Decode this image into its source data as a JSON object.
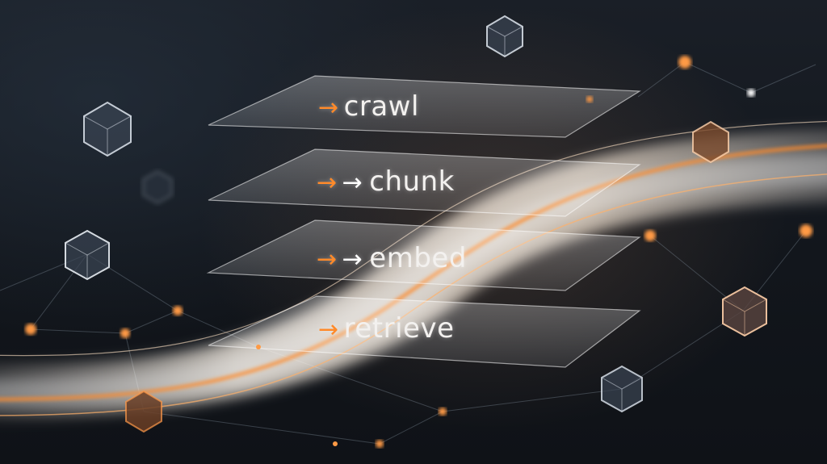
{
  "steps": [
    {
      "label": "crawl",
      "arrows": [
        "→"
      ]
    },
    {
      "label": "chunk",
      "arrows": [
        "→",
        "→"
      ]
    },
    {
      "label": "embed",
      "arrows": [
        "→",
        "→"
      ]
    },
    {
      "label": "retrieve",
      "arrows": [
        "→"
      ]
    }
  ],
  "colors": {
    "accent": "#ff8a2a",
    "background": "#12161c",
    "text": "#f3f1ef"
  }
}
